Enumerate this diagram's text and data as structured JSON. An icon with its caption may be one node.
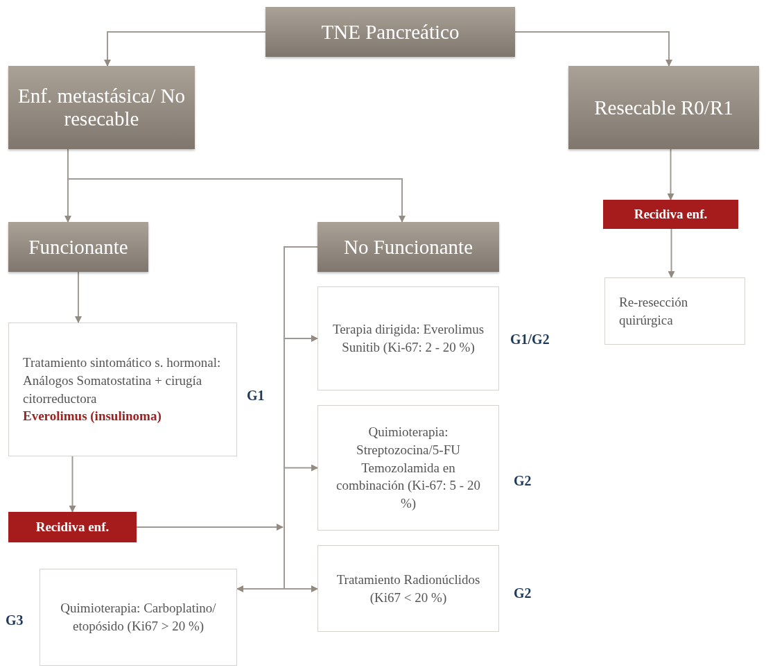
{
  "diagram": {
    "nodes": [
      {
        "text": [
          "TNE Pancreático"
        ]
      },
      {
        "text": [
          "Enf. metastásica/ No resecable"
        ]
      },
      {
        "text": [
          "Resecable R0/R1"
        ]
      },
      {
        "text": [
          "Funcionante"
        ]
      },
      {
        "text": [
          "No Funcionante"
        ]
      },
      {
        "text": [
          "Recidiva enf."
        ]
      },
      {
        "text": [
          "Re-resección quirúrgica"
        ]
      },
      {
        "text": [
          "Tratamiento sintomático s. hormonal: Análogos Somatostatina + cirugía citorreductora",
          "Everolimus (insulinoma)"
        ],
        "beside": [
          "G1"
        ]
      },
      {
        "text": [
          "Terapia dirigida: Everolimus Sunitib (Ki-67: 2 - 20 %)"
        ],
        "beside": [
          "G1/G2"
        ]
      },
      {
        "text": [
          "Recidiva enf."
        ]
      },
      {
        "text": [
          "Quimioterapia: Streptozocina/5-FU Temozolamida en combinación (Ki-67: 5 - 20 %)"
        ],
        "beside": [
          "G2"
        ]
      },
      {
        "text": [
          "Quimioterapia: Carboplatino/ etopósido (Ki67 > 20 %)"
        ],
        "beside": [
          "G3"
        ]
      },
      {
        "text": [
          "Tratamiento Radionúclidos (Ki67 < 20 %)"
        ],
        "beside": [
          "G2"
        ]
      }
    ],
    "edges": [
      {
        "from": 0,
        "to": 1,
        "arrow": "to"
      },
      {
        "from": 0,
        "to": 2,
        "arrow": "to"
      },
      {
        "from": 1,
        "to": 3,
        "arrow": "to"
      },
      {
        "from": 1,
        "to": 4,
        "arrow": "to"
      },
      {
        "from": 2,
        "to": 5,
        "arrow": "to"
      },
      {
        "from": 5,
        "to": 6,
        "arrow": "to"
      },
      {
        "from": 3,
        "to": 7,
        "arrow": "to"
      },
      {
        "from": 7,
        "to": 9,
        "arrow": "to"
      },
      {
        "from": 4,
        "to": 8,
        "arrow": "to"
      },
      {
        "from": 4,
        "to": 10,
        "arrow": "to"
      },
      {
        "from": 4,
        "to": 12,
        "arrow": "to"
      },
      {
        "from": 4,
        "to": 11,
        "arrow": "to"
      },
      {
        "from": 9,
        "to": null,
        "arrow": "to"
      }
    ]
  }
}
